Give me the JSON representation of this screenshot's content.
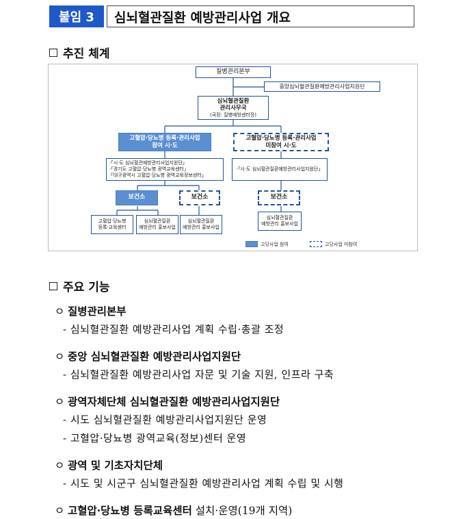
{
  "header": {
    "badge": "붙임 3",
    "title": "심뇌혈관질환 예방관리사업 개요"
  },
  "section_structure": {
    "label": "추진 체계"
  },
  "org_chart": {
    "top": "질병관리본부",
    "support_center": "중앙심뇌혈관질환예방관리사업지원단",
    "secretariat_line1": "심뇌혈관질환",
    "secretariat_line2": "관리사무국",
    "secretariat_line3": "(국장: 질병예방센터장)",
    "participating_line1": "고혈압·당뇨병 등록·관리사업",
    "participating_line2": "참여 시·도",
    "nonparticipating_line1": "고혈압·당뇨병 등록·관리사업",
    "nonparticipating_line2": "미참여 시·도",
    "regional_left_1": "·「시·도 심뇌혈관예방관리사업지원단」",
    "regional_left_2": "·「경기도 고혈압·당뇨병 광역교육센터」",
    "regional_left_3": "·「대구광역시 고혈압·당뇨병 광역교육정보센터」",
    "regional_right": "·「시·도 심뇌혈관질환예방관리사업지원단」",
    "health_center_filled": "보건소",
    "health_center_dashed": "보건소",
    "health_center_right": "보건소",
    "leaf1_line1": "고혈압·당뇨병",
    "leaf1_line2": "등록·교육센터",
    "leaf2_line1": "심뇌혈관질환",
    "leaf2_line2": "예방관리 홍보사업",
    "leaf3_line1": "심뇌혈관질환",
    "leaf3_line2": "예방관리 홍보사업",
    "leaf4_line1": "심뇌혈관질환",
    "leaf4_line2": "예방관리 홍보사업",
    "legend_participating": "고당사업 참여",
    "legend_nonparticipating": "고당사업 미참여",
    "colors": {
      "line": "#1f4fa0",
      "fill": "#5b8fd1"
    }
  },
  "section_functions": {
    "label": "주요 기능"
  },
  "functions": [
    {
      "marker": "ㅇ",
      "title": "질병관리본부",
      "items": [
        "- 심뇌혈관질환 예방관리사업 계획 수립·총괄 조정"
      ]
    },
    {
      "marker": "ㅇ",
      "title": "중앙 심뇌혈관질환 예방관리사업지원단",
      "items": [
        "- 심뇌혈관질환 예방관리사업 자문 및 기술 지원, 인프라 구축"
      ]
    },
    {
      "marker": "ㅇ",
      "title": "광역자체단체 심뇌혈관질환 예방관리사업지원단",
      "items": [
        "- 시도 심뇌혈관질환 예방관리사업지원단 운영",
        "- 고혈압·당뇨병 광역교육(정보)센터 운영"
      ]
    },
    {
      "marker": "ㅇ",
      "title": "광역 및 기초자치단체",
      "items": [
        "- 시도 및 시군구 심뇌혈관질환 예방관리사업 계획 수립 및 시행"
      ]
    },
    {
      "marker": "ㅇ",
      "title": "고혈압·당뇨병 등록교육센터",
      "title_suffix": " 설치·운영(19개 지역)",
      "items": []
    }
  ]
}
